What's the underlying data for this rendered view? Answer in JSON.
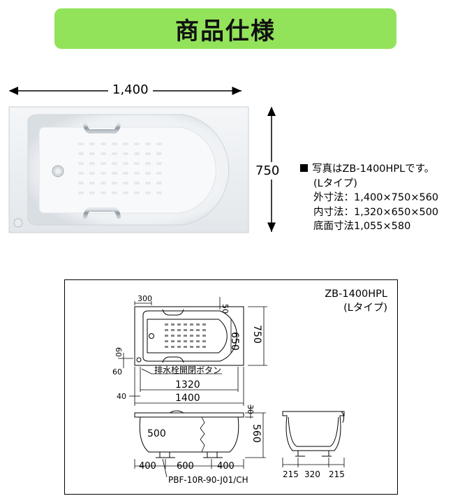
{
  "banner": {
    "title": "商品仕様"
  },
  "photo_dims": {
    "width": "1,400",
    "height": "750"
  },
  "specs": {
    "line1": "写真はZB-1400HPLです。",
    "line2": "(Lタイプ)",
    "line3": "外寸法：1,400×750×560",
    "line4": "内寸法：1,320×650×500",
    "line5": "底面寸法1,055×580"
  },
  "drawing": {
    "model": "ZB-1400HPL",
    "type": "(Lタイプ)",
    "plan": {
      "d300": "300",
      "d50": "50",
      "d650": "650",
      "d750": "750",
      "d60a": "60",
      "d60b": "60",
      "drain_label": "排水栓開閉ボタン",
      "d1320": "1320",
      "d40": "40",
      "d1400": "1400"
    },
    "side": {
      "d30": "30",
      "d500": "500",
      "d560": "560",
      "d400a": "400",
      "d600": "600",
      "d400b": "400",
      "leg_label": "PBF-10R-90-J01/CH"
    },
    "end": {
      "d215a": "215",
      "d320": "320",
      "d215b": "215"
    }
  },
  "colors": {
    "banner": "#92e35a",
    "tub": "#ffffff",
    "handle": "#9aa3ad"
  }
}
